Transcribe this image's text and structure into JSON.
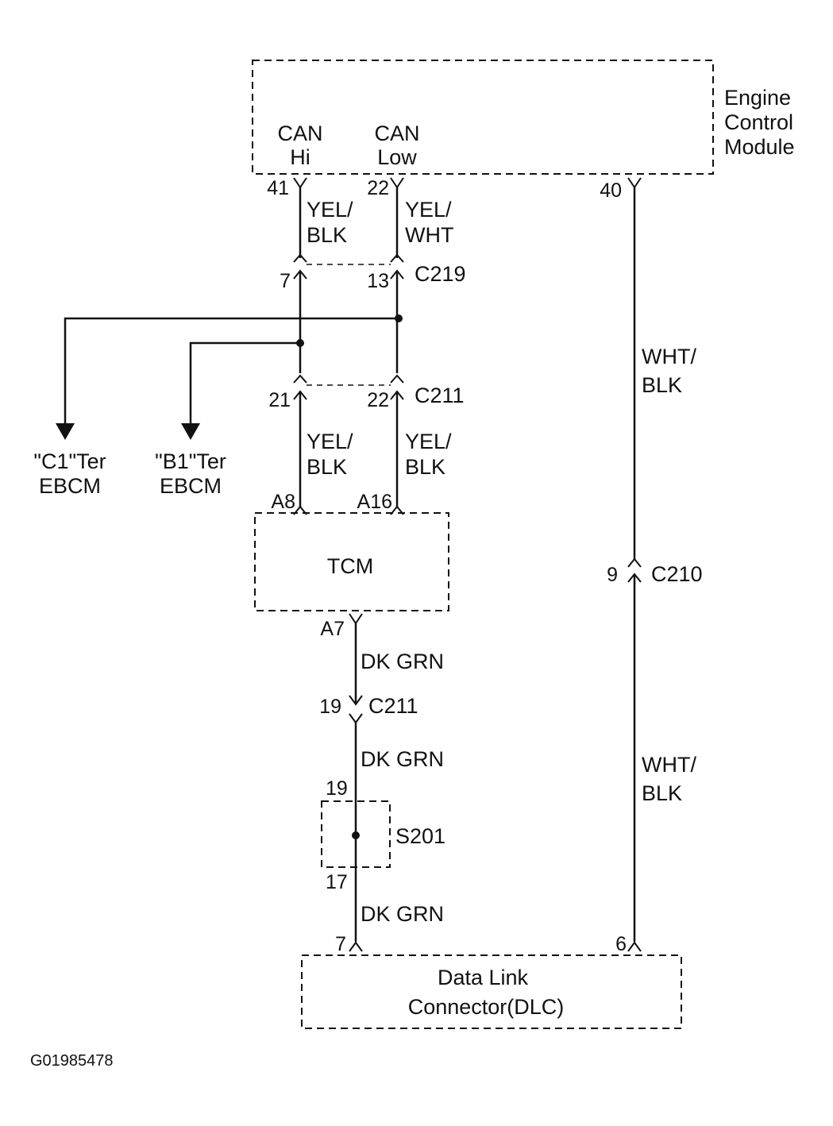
{
  "modules": {
    "ecm": {
      "label_lines": [
        "Engine",
        "Control",
        "Module"
      ]
    },
    "tcm": {
      "label": "TCM"
    },
    "dlc": {
      "label_lines": [
        "Data Link",
        "Connector(DLC)"
      ]
    },
    "splice": {
      "label": "S201"
    }
  },
  "ecm_signals": {
    "can_hi": [
      "CAN",
      "Hi"
    ],
    "can_low": [
      "CAN",
      "Low"
    ]
  },
  "pins": {
    "ecm_41": "41",
    "ecm_22": "22",
    "ecm_40": "40",
    "c219_7": "7",
    "c219_13": "13",
    "c211_21": "21",
    "c211_22": "22",
    "tcm_a8": "A8",
    "tcm_a16": "A16",
    "tcm_a7": "A7",
    "c211_19": "19",
    "s201_19": "19",
    "s201_17": "17",
    "dlc_7": "7",
    "dlc_6": "6",
    "c210_9": "9"
  },
  "connectors": {
    "c219": "C219",
    "c211_upper": "C211",
    "c211_lower": "C211",
    "c210": "C210"
  },
  "wires": {
    "yel_blk_upper": [
      "YEL/",
      "BLK"
    ],
    "yel_wht": [
      "YEL/",
      "WHT"
    ],
    "yel_blk_lower_left": [
      "YEL/",
      "BLK"
    ],
    "yel_blk_lower_right": [
      "YEL/",
      "BLK"
    ],
    "wht_blk_upper": [
      "WHT/",
      "BLK"
    ],
    "wht_blk_lower": [
      "WHT/",
      "BLK"
    ],
    "dk_grn_1": "DK GRN",
    "dk_grn_2": "DK GRN",
    "dk_grn_3": "DK GRN"
  },
  "destinations": {
    "c1": [
      "\"C1\"Ter",
      "EBCM"
    ],
    "b1": [
      "\"B1\"Ter",
      "EBCM"
    ]
  },
  "figure_id": "G01985478"
}
